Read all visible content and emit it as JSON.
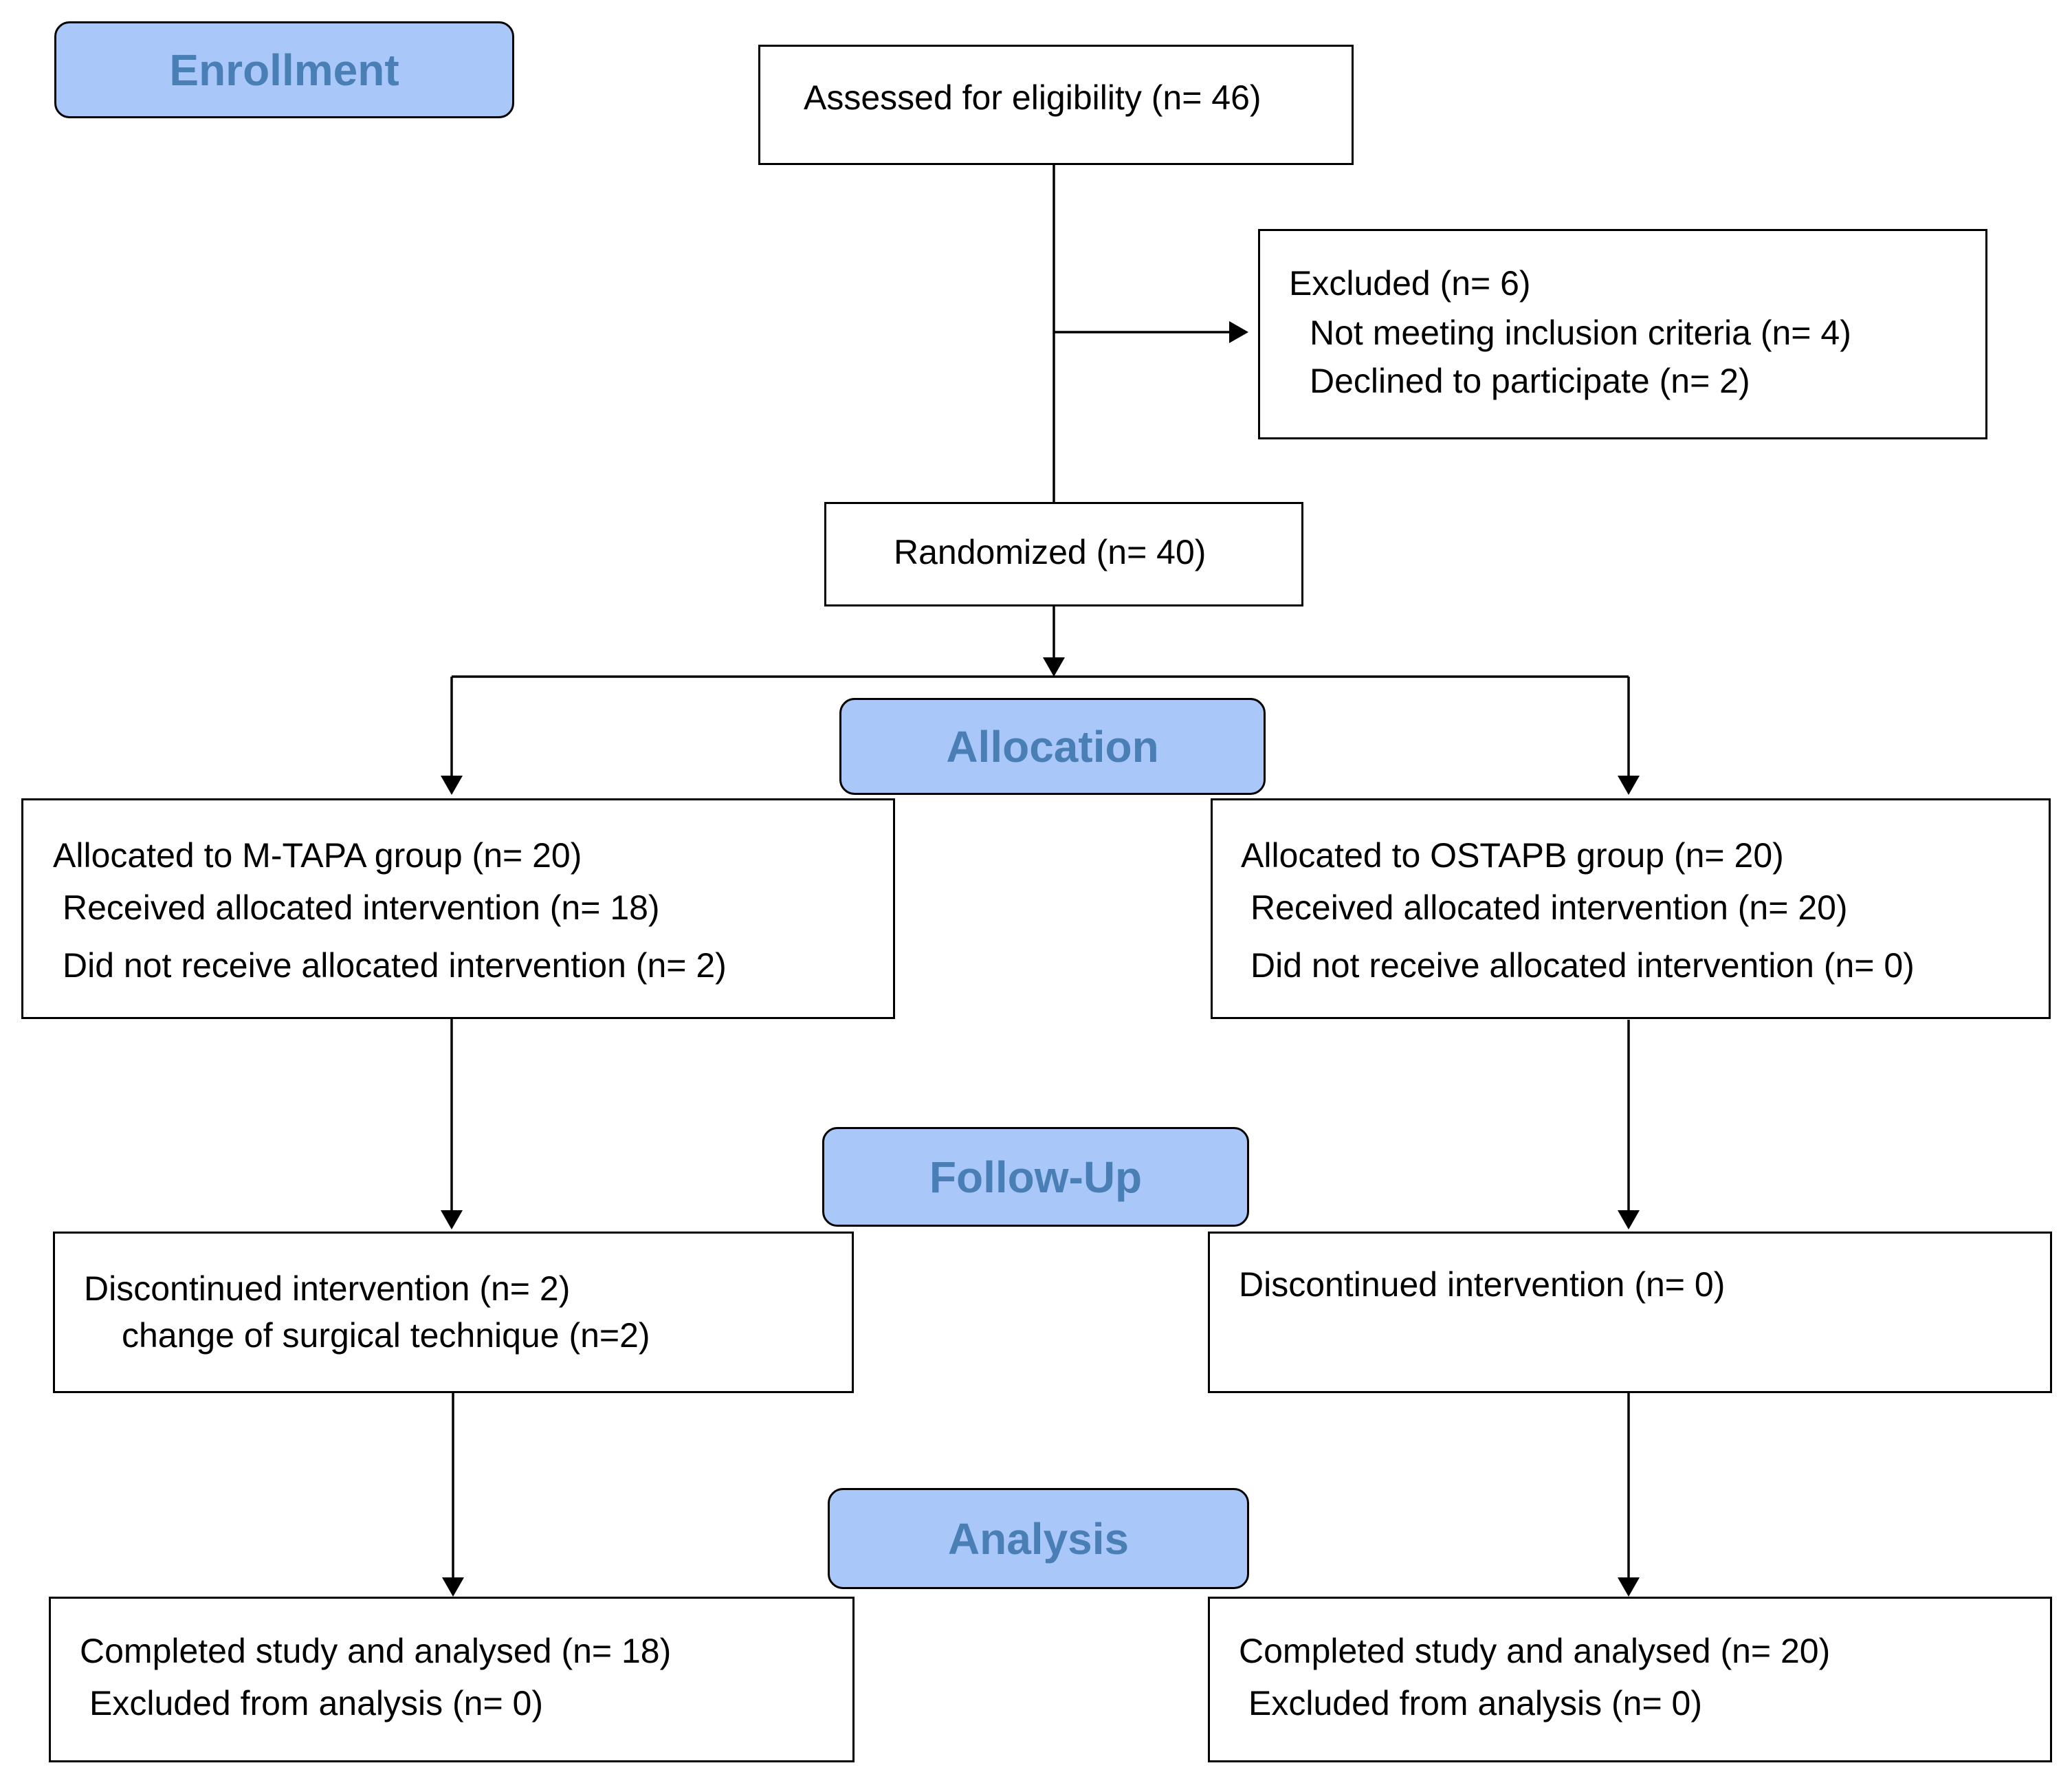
{
  "stages": {
    "enrollment": "Enrollment",
    "allocation": "Allocation",
    "followup": "Follow-Up",
    "analysis": "Analysis"
  },
  "assessed": {
    "text": "Assessed for eligibility (n= 46)"
  },
  "excluded": {
    "title": "Excluded (n= 6)",
    "items": [
      "Not meeting inclusion criteria (n= 4)",
      "Declined to participate (n= 2)"
    ]
  },
  "randomized": {
    "text": "Randomized (n= 40)"
  },
  "allocation_left": {
    "title": "Allocated to M-TAPA group (n= 20)",
    "items": [
      "Received allocated intervention (n= 18)",
      "Did not receive allocated intervention (n= 2)"
    ]
  },
  "allocation_right": {
    "title": "Allocated to OSTAPB group (n= 20)",
    "items": [
      "Received allocated intervention (n= 20)",
      "Did not receive allocated intervention (n= 0)"
    ]
  },
  "followup_left": {
    "title": "Discontinued intervention (n= 2)",
    "items": [
      "change of surgical technique (n=2)"
    ]
  },
  "followup_right": {
    "title": "Discontinued intervention (n= 0)"
  },
  "analysis_left": {
    "title": "Completed study and analysed (n= 18)",
    "items": [
      "Excluded from analysis (n= 0)"
    ]
  },
  "analysis_right": {
    "title": "Completed study and analysed (n= 20)",
    "items": [
      "Excluded from analysis (n= 0)"
    ]
  },
  "colors": {
    "stage_fill": "#a9c7f8",
    "stage_text": "#4a7fb6"
  }
}
